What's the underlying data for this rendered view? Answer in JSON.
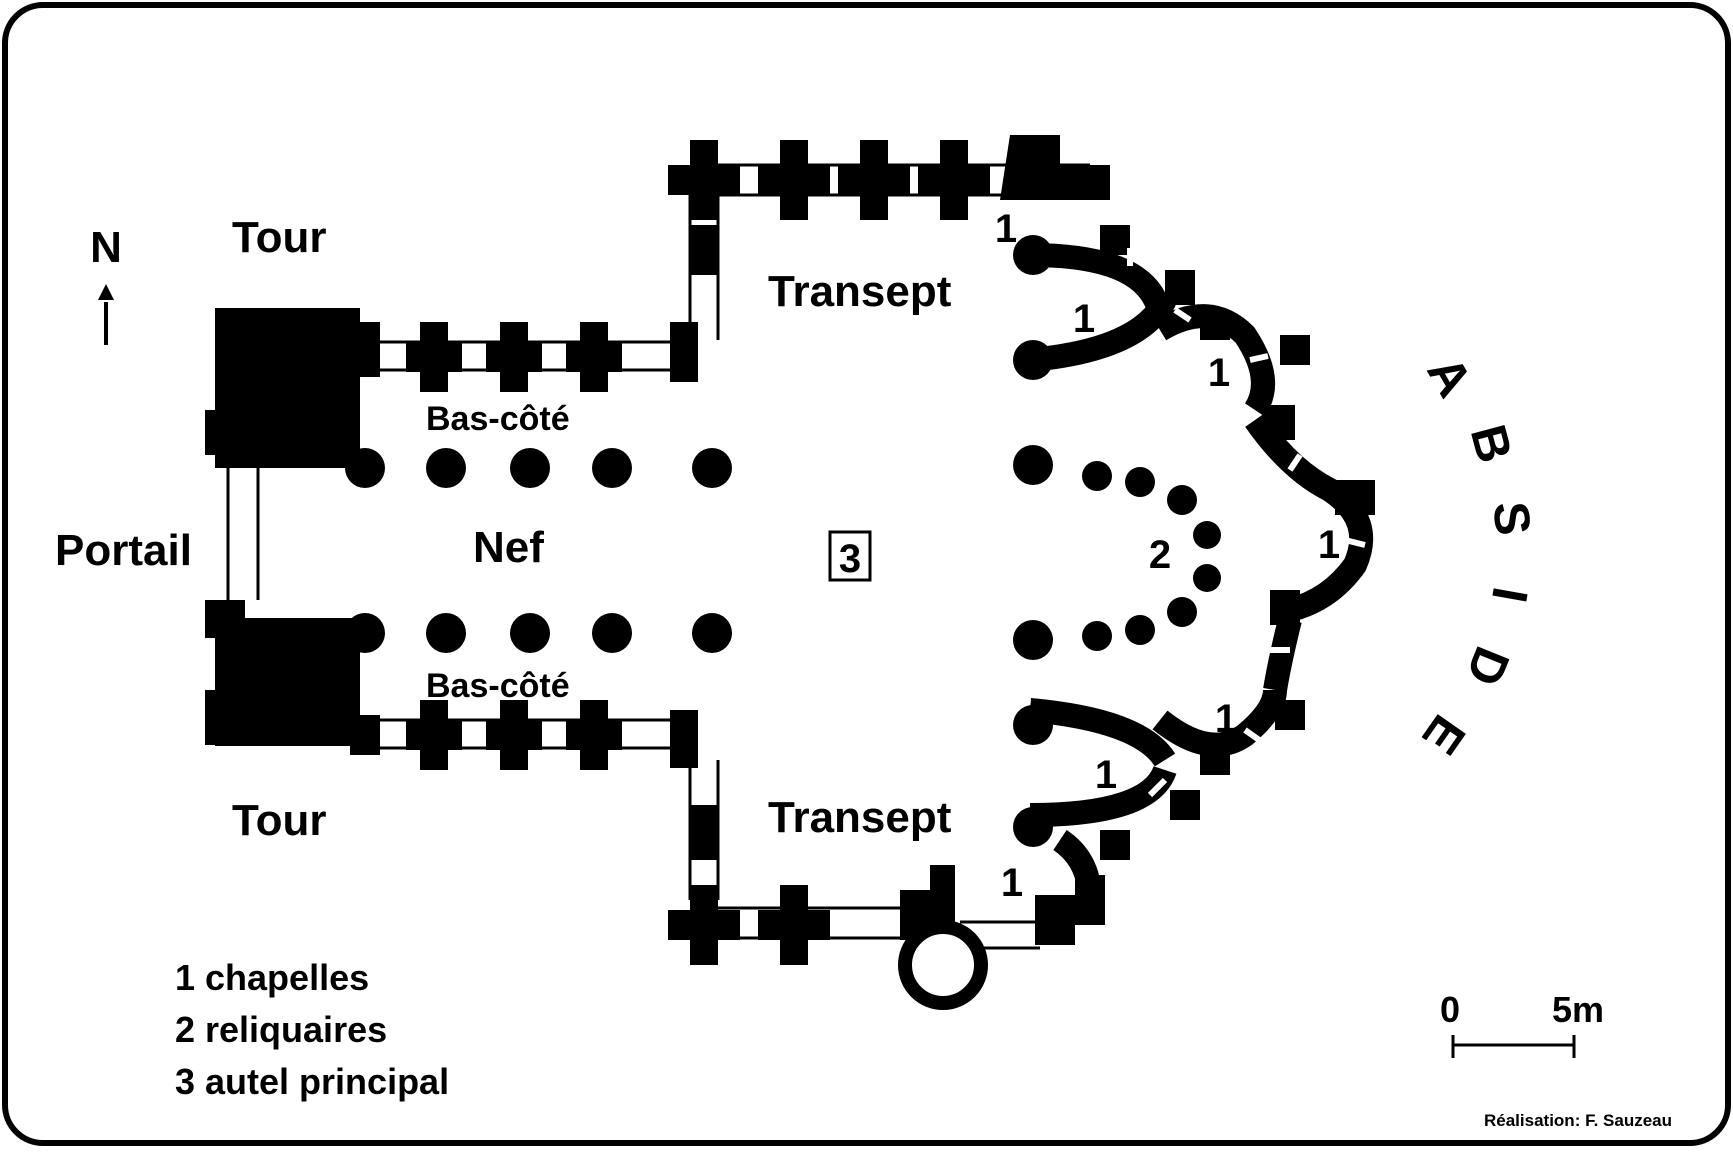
{
  "labels": {
    "north": "N",
    "tower_top": "Tour",
    "tower_bottom": "Tour",
    "portal": "Portail",
    "nave": "Nef",
    "aisle_top": "Bas-côté",
    "aisle_bottom": "Bas-côté",
    "transept_top": "Transept",
    "transept_bottom": "Transept",
    "apse": [
      "A",
      "B",
      "S",
      "I",
      "D",
      "E"
    ],
    "altar": "3",
    "reliquaries": "2",
    "chapel": "1"
  },
  "legend": {
    "chapels": "1 chapelles",
    "reliquaries": "2 reliquaires",
    "altar": "3 autel principal"
  },
  "scale": {
    "start": "0",
    "end": "5m"
  },
  "credit": "Réalisation: F. Sauzeau"
}
